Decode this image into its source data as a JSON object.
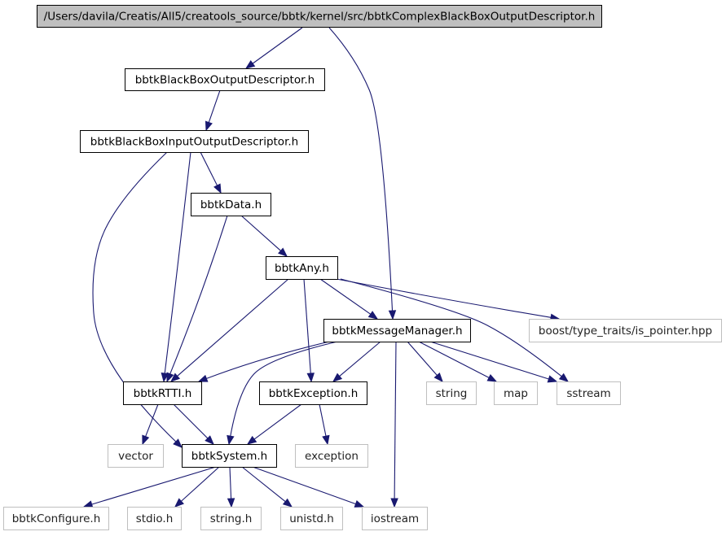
{
  "title": "/Users/davila/Creatis/All5/creatools_source/bbtk/kernel/src/bbtkComplexBlackBoxOutputDescriptor.h",
  "colors": {
    "root_fill": "#bfbfbf",
    "local_border": "#000000",
    "external_border": "#bfbfbf",
    "edge": "#191970"
  },
  "nodes": [
    {
      "id": "root",
      "label": "/Users/davila/Creatis/All5/creatools_source/bbtk/kernel/src/bbtkComplexBlackBoxOutputDescriptor.h",
      "kind": "root"
    },
    {
      "id": "bbod",
      "label": "bbtkBlackBoxOutputDescriptor.h",
      "kind": "local"
    },
    {
      "id": "bbiod",
      "label": "bbtkBlackBoxInputOutputDescriptor.h",
      "kind": "local"
    },
    {
      "id": "data",
      "label": "bbtkData.h",
      "kind": "local"
    },
    {
      "id": "any",
      "label": "bbtkAny.h",
      "kind": "local"
    },
    {
      "id": "msg",
      "label": "bbtkMessageManager.h",
      "kind": "local"
    },
    {
      "id": "boost",
      "label": "boost/type_traits/is_pointer.hpp",
      "kind": "external"
    },
    {
      "id": "rtti",
      "label": "bbtkRTTI.h",
      "kind": "local"
    },
    {
      "id": "exc",
      "label": "bbtkException.h",
      "kind": "local"
    },
    {
      "id": "string",
      "label": "string",
      "kind": "external"
    },
    {
      "id": "map",
      "label": "map",
      "kind": "external"
    },
    {
      "id": "sstream",
      "label": "sstream",
      "kind": "external"
    },
    {
      "id": "vector",
      "label": "vector",
      "kind": "external"
    },
    {
      "id": "system",
      "label": "bbtkSystem.h",
      "kind": "local"
    },
    {
      "id": "exception",
      "label": "exception",
      "kind": "external"
    },
    {
      "id": "config",
      "label": "bbtkConfigure.h",
      "kind": "external"
    },
    {
      "id": "stdio",
      "label": "stdio.h",
      "kind": "external"
    },
    {
      "id": "stringh",
      "label": "string.h",
      "kind": "external"
    },
    {
      "id": "unistd",
      "label": "unistd.h",
      "kind": "external"
    },
    {
      "id": "iostream",
      "label": "iostream",
      "kind": "external"
    }
  ],
  "edges": [
    {
      "from": "root",
      "to": "bbod"
    },
    {
      "from": "root",
      "to": "msg"
    },
    {
      "from": "bbod",
      "to": "bbiod"
    },
    {
      "from": "bbiod",
      "to": "data"
    },
    {
      "from": "bbiod",
      "to": "rtti"
    },
    {
      "from": "bbiod",
      "to": "system"
    },
    {
      "from": "data",
      "to": "any"
    },
    {
      "from": "data",
      "to": "rtti"
    },
    {
      "from": "any",
      "to": "msg"
    },
    {
      "from": "any",
      "to": "boost"
    },
    {
      "from": "any",
      "to": "sstream"
    },
    {
      "from": "any",
      "to": "rtti"
    },
    {
      "from": "any",
      "to": "exc"
    },
    {
      "from": "msg",
      "to": "rtti"
    },
    {
      "from": "msg",
      "to": "exc"
    },
    {
      "from": "msg",
      "to": "string"
    },
    {
      "from": "msg",
      "to": "map"
    },
    {
      "from": "msg",
      "to": "sstream"
    },
    {
      "from": "msg",
      "to": "system"
    },
    {
      "from": "msg",
      "to": "iostream"
    },
    {
      "from": "rtti",
      "to": "vector"
    },
    {
      "from": "rtti",
      "to": "system"
    },
    {
      "from": "exc",
      "to": "system"
    },
    {
      "from": "exc",
      "to": "exception"
    },
    {
      "from": "system",
      "to": "config"
    },
    {
      "from": "system",
      "to": "stdio"
    },
    {
      "from": "system",
      "to": "stringh"
    },
    {
      "from": "system",
      "to": "unistd"
    },
    {
      "from": "system",
      "to": "iostream"
    }
  ]
}
